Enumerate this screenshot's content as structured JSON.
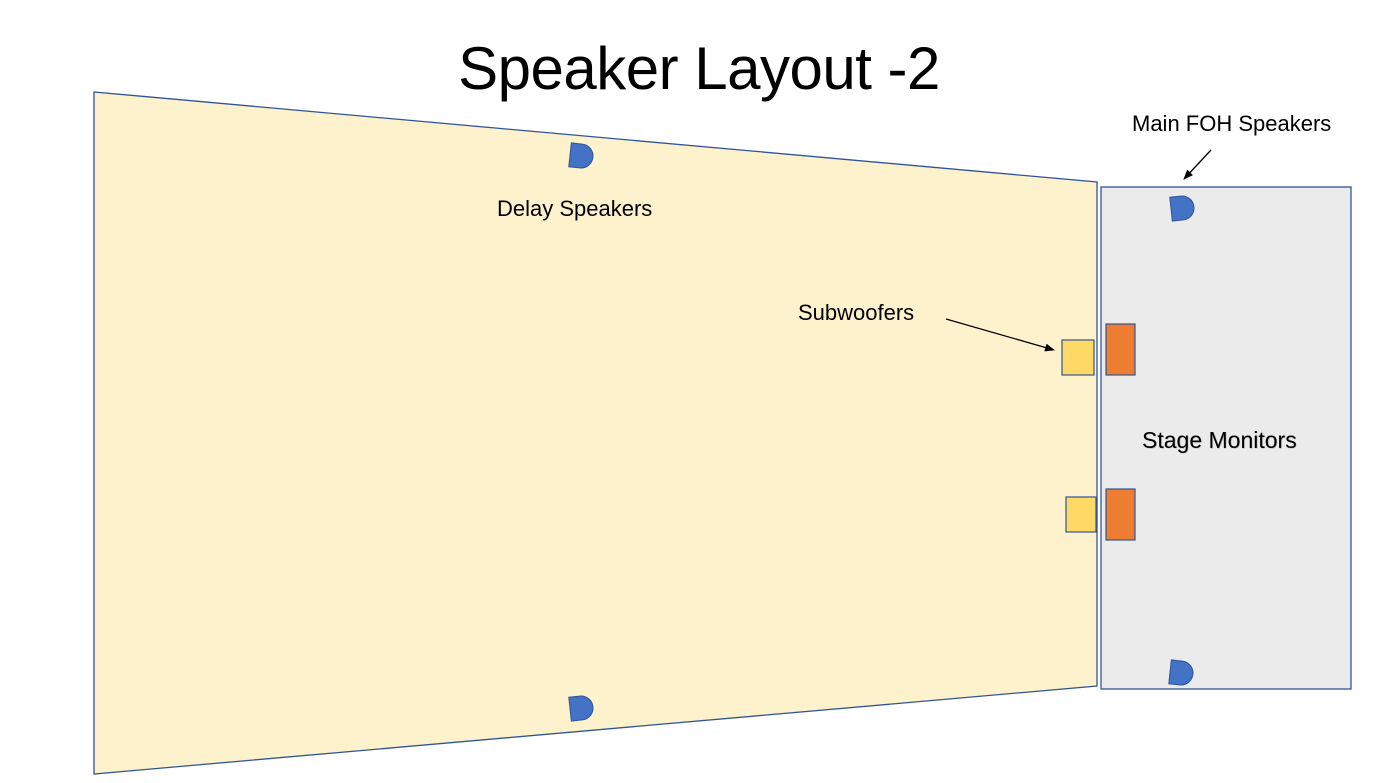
{
  "slide": {
    "title": "Speaker Layout -2"
  },
  "labels": {
    "delay_speakers": "Delay Speakers",
    "main_foh_speakers": "Main FOH Speakers",
    "subwoofers": "Subwoofers",
    "stage_monitors": "Stage Monitors"
  },
  "colors": {
    "audience_fill": "#FEF2CC",
    "stage_fill": "#EBEBEB",
    "outline": "#2F5597",
    "speaker_blue": "#4472C4",
    "subwoofer_yellow": "#FFD966",
    "monitor_orange": "#ED7D31"
  }
}
